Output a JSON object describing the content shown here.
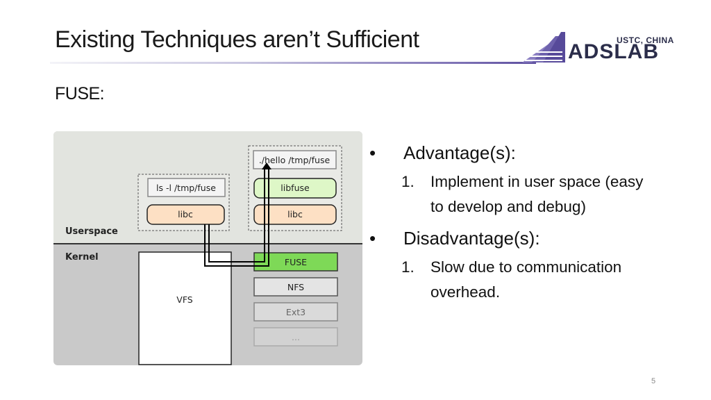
{
  "slide": {
    "title": "Existing Techniques aren’t Sufficient",
    "subtitle": "FUSE:",
    "page_number": "5"
  },
  "logo": {
    "subtext": "USTC, CHINA",
    "main": "ADSLAB"
  },
  "diagram": {
    "userspace_label": "Userspace",
    "kernel_label": "Kernel",
    "left_process": {
      "command": "ls -l /tmp/fuse",
      "lib": "libc"
    },
    "right_process": {
      "command": "./hello /tmp/fuse",
      "lib1": "libfuse",
      "lib2": "libc"
    },
    "vfs_label": "VFS",
    "kernel_modules": [
      "FUSE",
      "NFS",
      "Ext3",
      "..."
    ]
  },
  "bullets": [
    {
      "heading": "Advantage(s):",
      "items": [
        {
          "num": "1.",
          "lines": [
            "Implement in user space (easy",
            "to develop and debug)"
          ]
        }
      ]
    },
    {
      "heading": "Disadvantage(s):",
      "items": [
        {
          "num": "1.",
          "lines": [
            "Slow due to communication",
            "overhead."
          ]
        }
      ]
    }
  ],
  "colors": {
    "accent": "#5c4d9e",
    "fuse_green": "#7ed957",
    "lib_orange": "#fde0c4",
    "libfuse_green": "#def7c7"
  }
}
